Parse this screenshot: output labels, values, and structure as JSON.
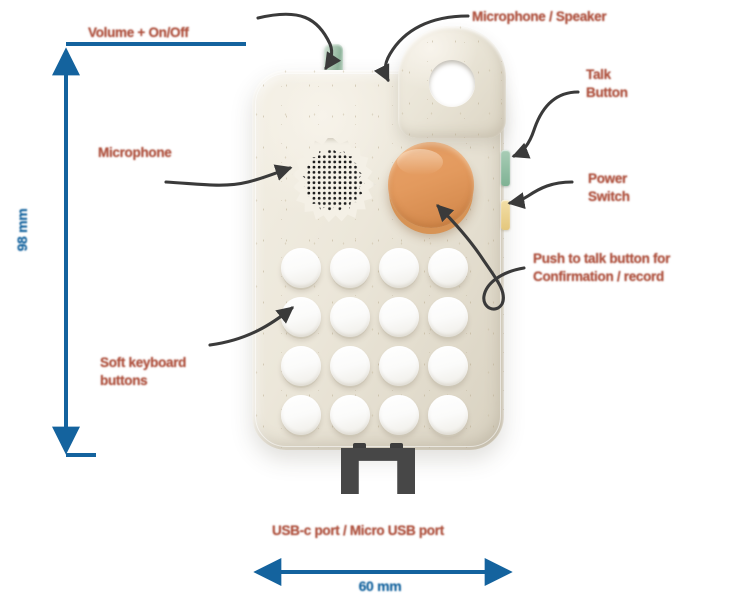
{
  "diagram": {
    "title_alt": "Annotated product diagram of a handheld kids walkie-talkie communicator",
    "accent_label_color": "#b4503c",
    "dimension_color": "#14639e",
    "leader_color": "#3a3a3a",
    "device_body_color": "#ece7da",
    "talk_button_color": "#e39a5e",
    "antenna_color": "#9fc0ab",
    "key_color": "#ffffff"
  },
  "callouts": [
    {
      "id": "volume-on-off",
      "name": "volume-on-off-callout",
      "text": "Volume + On/Off",
      "position": "top-left"
    },
    {
      "id": "microphone",
      "name": "microphone-callout",
      "text": "Microphone",
      "position": "left-upper"
    },
    {
      "id": "soft-keyboard-buttons",
      "name": "soft-keyboard-buttons-callout",
      "text": "Soft keyboard\nbuttons",
      "position": "left-lower"
    },
    {
      "id": "microphone-speaker",
      "name": "microphone-speaker-callout",
      "text": "Microphone / Speaker",
      "position": "top-right"
    },
    {
      "id": "talk-button",
      "name": "talk-button-callout",
      "text": "Talk\nButton",
      "position": "right-upper"
    },
    {
      "id": "power-switch",
      "name": "power-switch-callout",
      "text": "Power\nSwitch",
      "position": "right-middle"
    },
    {
      "id": "push-to-talk",
      "name": "push-to-talk-callout",
      "text": "Push to talk button for\nConfirmation / record",
      "position": "right-lower"
    },
    {
      "id": "usb-port",
      "name": "usb-port-callout",
      "text": "USB-c port / Micro USB port",
      "position": "bottom-center"
    }
  ],
  "dimensions": {
    "height_label": "98 mm",
    "width_label": "60 mm"
  }
}
